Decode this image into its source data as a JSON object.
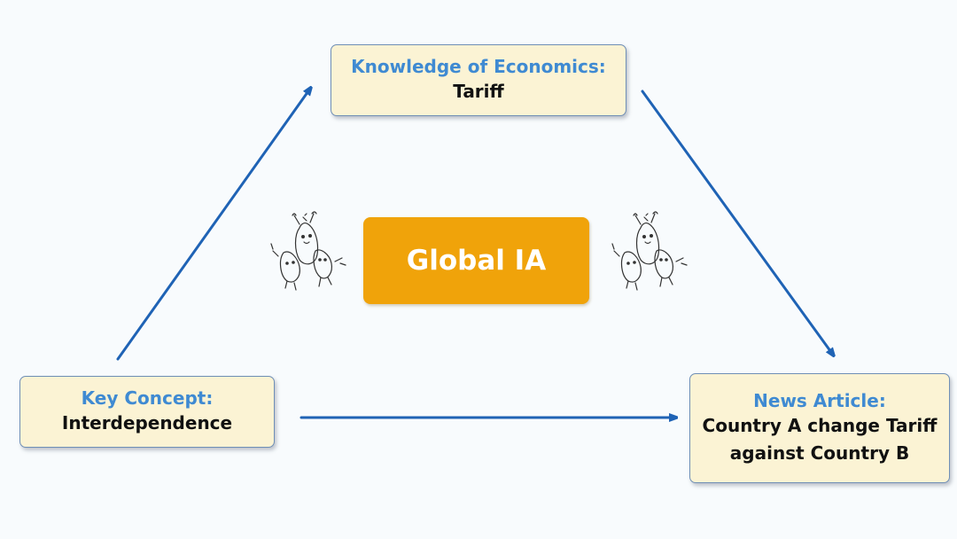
{
  "diagram": {
    "top_node": {
      "heading": "Knowledge of Economics:",
      "body": "Tariff"
    },
    "left_node": {
      "heading": "Key Concept:",
      "body": "Interdependence"
    },
    "right_node": {
      "heading": "News Article:",
      "body_line1": "Country A change Tariff",
      "body_line2": "against Country B"
    },
    "center_label": "Global IA"
  },
  "colors": {
    "node_fill": "#fbf3d4",
    "heading_text": "#3f8ad2",
    "center_fill": "#f0a30a",
    "arrow": "#1f63b5"
  }
}
